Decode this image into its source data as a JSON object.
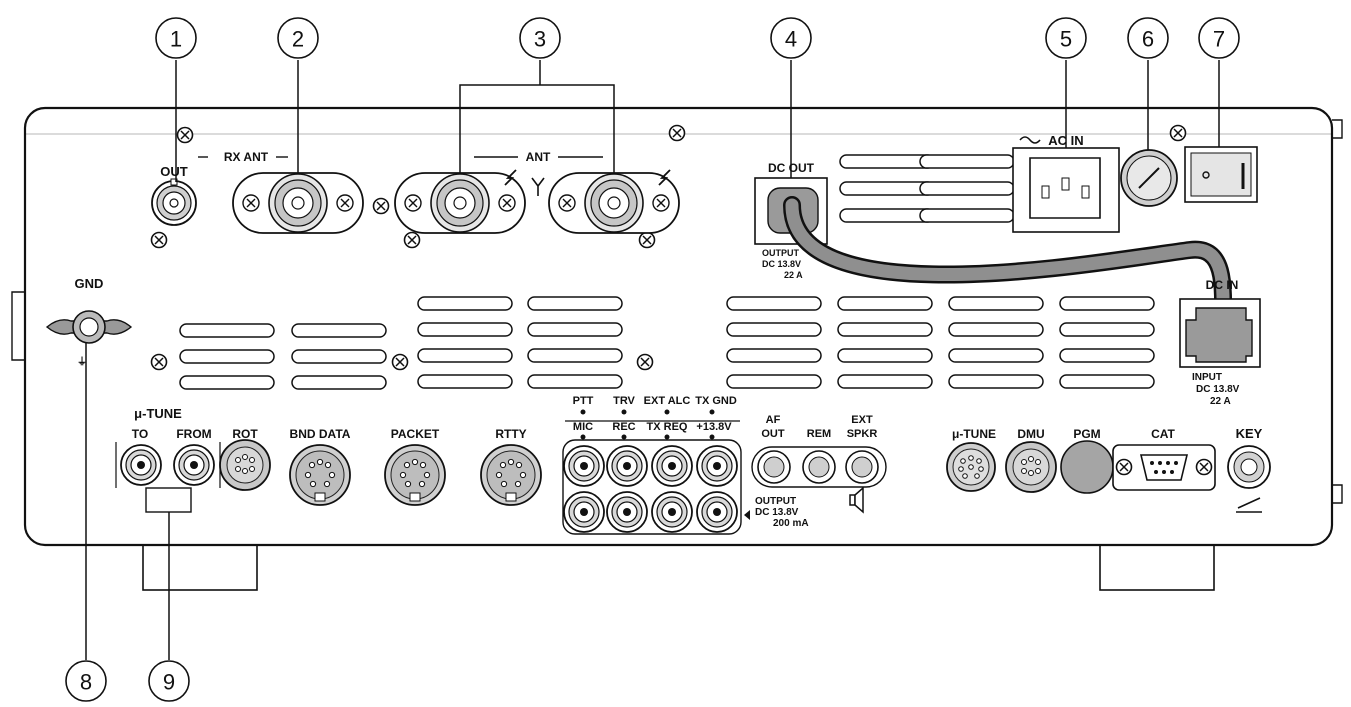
{
  "callouts": [
    "1",
    "2",
    "3",
    "4",
    "5",
    "6",
    "7",
    "8",
    "9"
  ],
  "labels": {
    "out": "OUT",
    "rx_ant": "RX ANT",
    "ant": "ANT",
    "dc_out": "DC OUT",
    "dc_out_caption_1": "OUTPUT",
    "dc_out_caption_2": "DC 13.8V",
    "dc_out_caption_3": "22 A",
    "ac_in": "AC IN",
    "dc_in": "DC IN",
    "dc_in_caption_1": "INPUT",
    "dc_in_caption_2": "DC 13.8V",
    "dc_in_caption_3": "22 A",
    "gnd": "GND",
    "mu_tune_left": "μ-TUNE",
    "to": "TO",
    "from": "FROM",
    "rot": "ROT",
    "bnd_data": "BND DATA",
    "packet": "PACKET",
    "rtty": "RTTY",
    "ptt": "PTT",
    "trv": "TRV",
    "ext_alc": "EXT ALC",
    "tx_gnd": "TX GND",
    "mic": "MIC",
    "rec": "REC",
    "tx_req": "TX REQ",
    "plus_13_8v": "+13.8V",
    "af_out_1": "AF",
    "af_out_2": "OUT",
    "rem": "REM",
    "ext_spkr_1": "EXT",
    "ext_spkr_2": "SPKR",
    "output_1": "OUTPUT",
    "output_2": "DC 13.8V",
    "output_3": "200 mA",
    "mu_tune_right": "μ-TUNE",
    "dmu": "DMU",
    "pgm": "PGM",
    "cat": "CAT",
    "key": "KEY"
  }
}
